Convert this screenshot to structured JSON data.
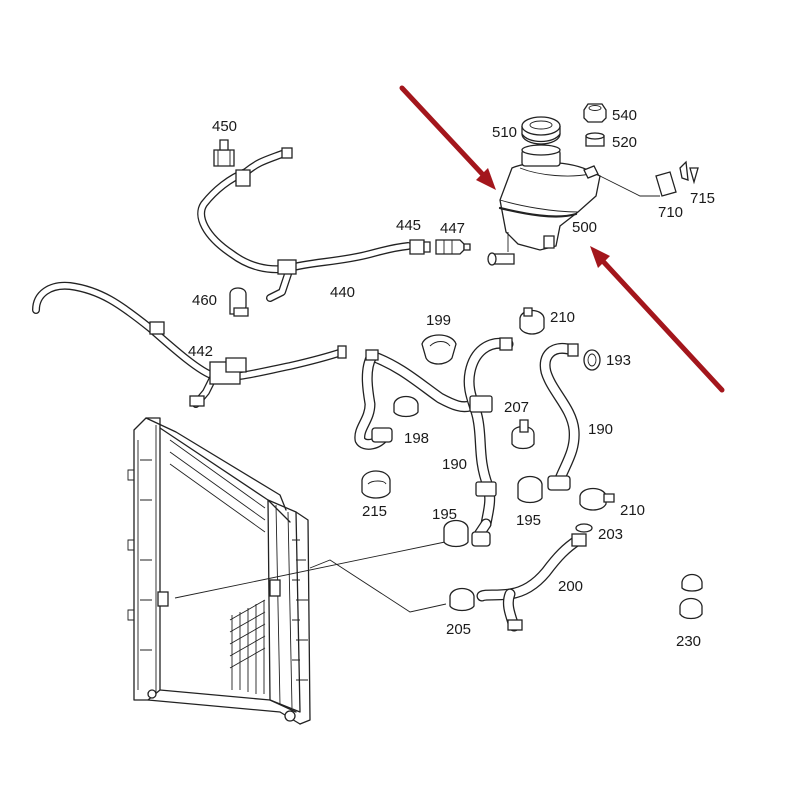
{
  "labels": {
    "p450": "450",
    "p510": "510",
    "p540": "540",
    "p520": "520",
    "p445": "445",
    "p447": "447",
    "p710": "710",
    "p715": "715",
    "p500": "500",
    "p460": "460",
    "p440": "440",
    "p442": "442",
    "p199": "199",
    "p210a": "210",
    "p193": "193",
    "p207": "207",
    "p198": "198",
    "p190a": "190",
    "p190b": "190",
    "p215": "215",
    "p195a": "195",
    "p195b": "195",
    "p210b": "210",
    "p203": "203",
    "p200": "200",
    "p205": "205",
    "p230": "230"
  },
  "colors": {
    "line": "#222222",
    "arrow": "#a3161c",
    "background": "#ffffff"
  }
}
